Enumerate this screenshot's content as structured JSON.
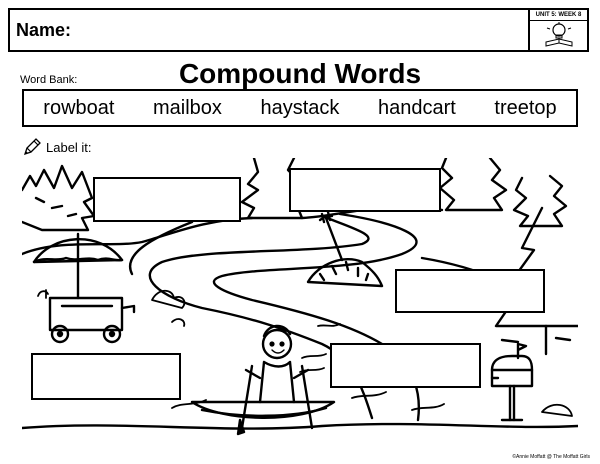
{
  "header": {
    "name_label": "Name:",
    "unit_label": "UNIT 5: WEEK 8",
    "unit_icon": "lightbulb-book-icon"
  },
  "title": "Compound Words",
  "word_bank": {
    "label": "Word Bank:",
    "words": [
      "rowboat",
      "mailbox",
      "haystack",
      "handcart",
      "treetop"
    ]
  },
  "instruction": {
    "icon": "pencil-icon",
    "text": "Label it:"
  },
  "answer_boxes": [
    {
      "id": "box-treetop-area"
    },
    {
      "id": "box-haystack-area"
    },
    {
      "id": "box-right-middle"
    },
    {
      "id": "box-left-bottom"
    },
    {
      "id": "box-center-bottom"
    }
  ],
  "footer": {
    "credit": "©Annie Moffatt @ The Moffatt Girls"
  }
}
